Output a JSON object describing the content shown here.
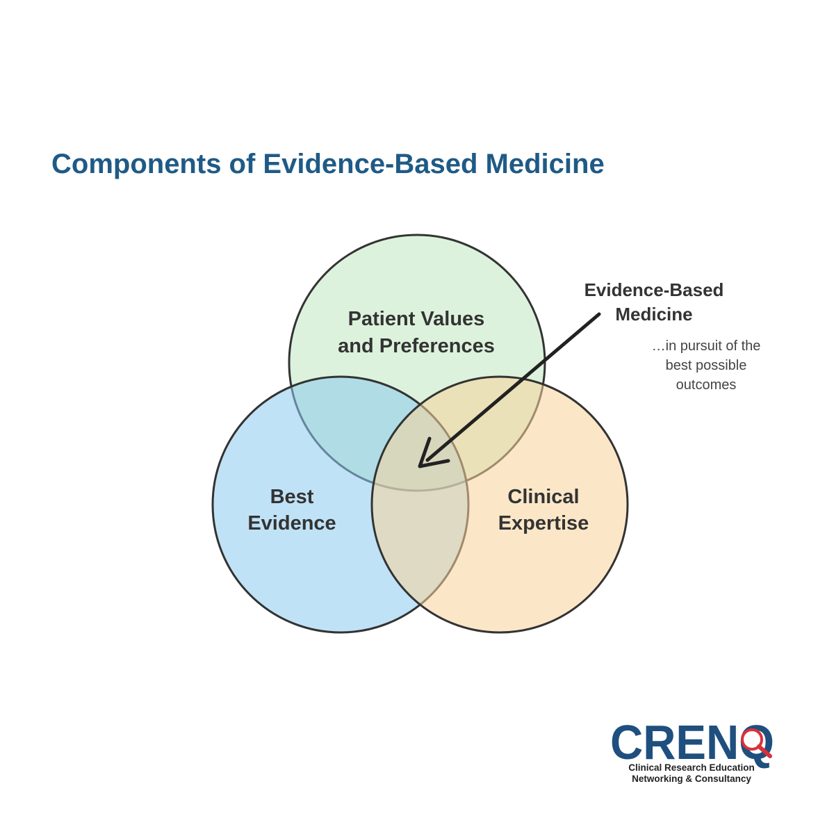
{
  "title": "Components of Evidence-Based Medicine",
  "circles": {
    "patient": {
      "line1": "Patient Values",
      "line2": "and Preferences",
      "color": "#dcf2dc"
    },
    "evidence": {
      "line1": "Best",
      "line2": "Evidence",
      "color": "#bfe2f6"
    },
    "clinical": {
      "line1": "Clinical",
      "line2": "Expertise",
      "color": "#fbe6c2"
    }
  },
  "annotation": {
    "title_line1": "Evidence-Based",
    "title_line2": "Medicine",
    "sub_line1": "…in pursuit of the",
    "sub_line2": "best possible",
    "sub_line3": "outcomes"
  },
  "logo": {
    "wordmark": "CRENQ",
    "tagline_line1": "Clinical Research Education",
    "tagline_line2": "Networking & Consultancy",
    "primary_color": "#1e4f7e",
    "accent_color": "#d9313a",
    "icon": "magnifier-icon"
  },
  "colors": {
    "title": "#1f5a86",
    "outline": "#333333"
  }
}
